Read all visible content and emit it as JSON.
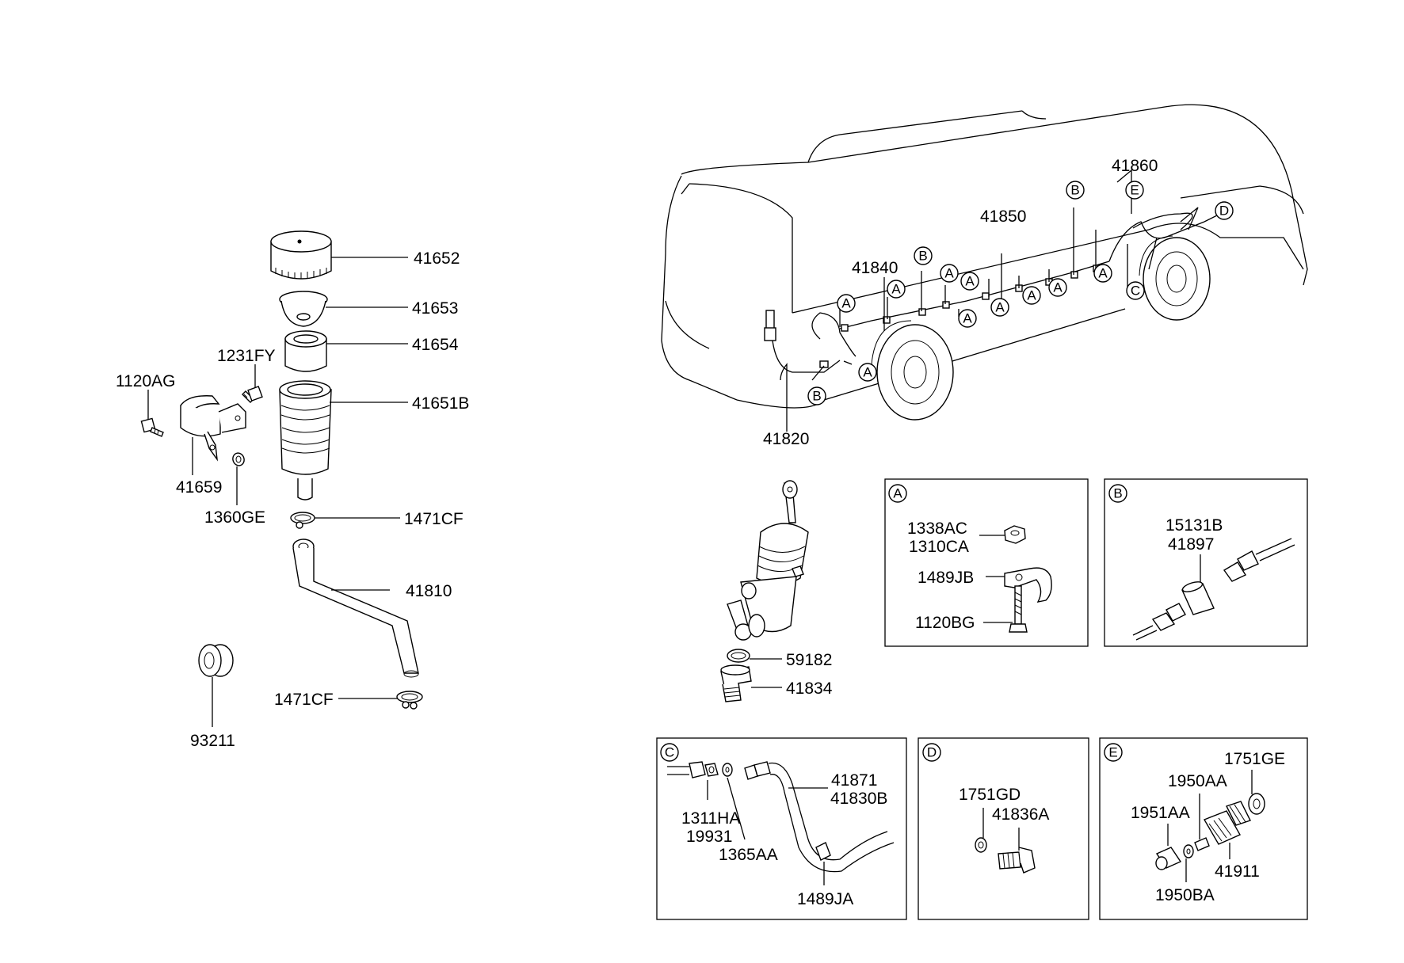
{
  "left_parts": {
    "p41652": "41652",
    "p41653": "41653",
    "p41654": "41654",
    "p41651b": "41651B",
    "p1231fy": "1231FY",
    "p1120ag": "1120AG",
    "p41659": "41659",
    "p1360ge": "1360GE",
    "p1471cf_top": "1471CF",
    "p41810": "41810",
    "p1471cf_bot": "1471CF",
    "p93211": "93211"
  },
  "vehicle": {
    "p41860": "41860",
    "p41850": "41850",
    "p41840": "41840",
    "p41820": "41820",
    "callouts": {
      "a": "A",
      "b": "B",
      "c": "C",
      "d": "D",
      "e": "E"
    }
  },
  "cylinder": {
    "p59182": "59182",
    "p41834": "41834"
  },
  "detail_a": {
    "tag": "A",
    "p1338ac": "1338AC",
    "p1310ca": "1310CA",
    "p1489jb": "1489JB",
    "p1120bg": "1120BG"
  },
  "detail_b": {
    "tag": "B",
    "p15131b": "15131B",
    "p41897": "41897"
  },
  "detail_c": {
    "tag": "C",
    "p41871": "41871",
    "p41830b": "41830B",
    "p1311ha": "1311HA",
    "p19931": "19931",
    "p1365aa": "1365AA",
    "p1489ja": "1489JA"
  },
  "detail_d": {
    "tag": "D",
    "p1751gd": "1751GD",
    "p41836a": "41836A"
  },
  "detail_e": {
    "tag": "E",
    "p1751ge": "1751GE",
    "p1950aa": "1950AA",
    "p1951aa": "1951AA",
    "p41911": "41911",
    "p1950ba": "1950BA"
  }
}
